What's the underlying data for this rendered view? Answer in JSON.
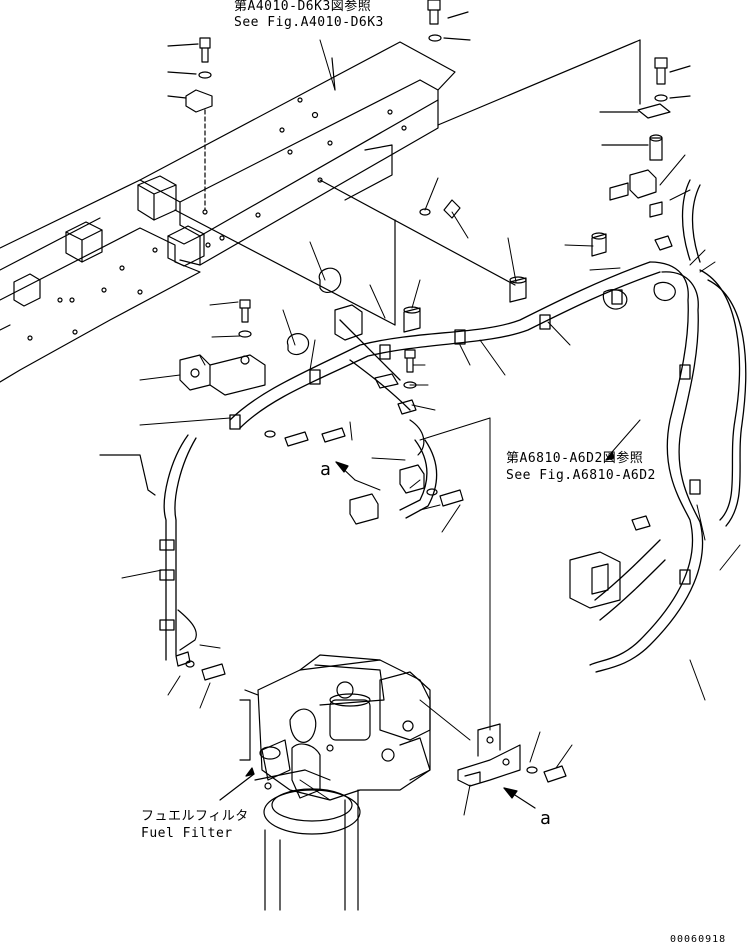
{
  "references": {
    "top_jp": "第A4010-D6K3図参照",
    "top_en": "See Fig.A4010-D6K3",
    "right_jp": "第A6810-A6D2図参照",
    "right_en": "See Fig.A6810-A6D2"
  },
  "fuel_filter": {
    "label_jp": "フュエルフィルタ",
    "label_en": "Fuel Filter"
  },
  "view_markers": {
    "marker_1": "a",
    "marker_2": "a"
  },
  "drawing_number": "00060918"
}
